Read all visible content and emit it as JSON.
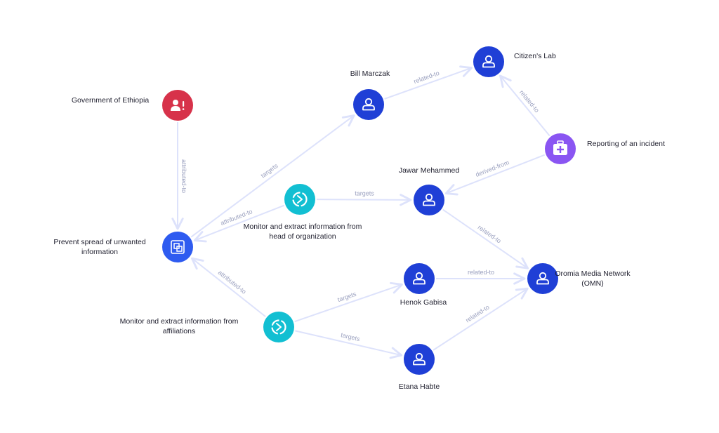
{
  "colors": {
    "person": "#1f3fd6",
    "threat_actor": "#d7324a",
    "attack_pattern": "#2e5bf0",
    "campaign": "#12bfd2",
    "incident": "#8a55f2",
    "edge": "#dde2fb",
    "edge_label": "#9aa0bf"
  },
  "nodes": [
    {
      "id": "gov",
      "label": [
        "Government of Ethiopia"
      ],
      "type": "threat_actor",
      "icon": "threat-actor-icon"
    },
    {
      "id": "prevent",
      "label": [
        "Prevent spread of unwanted",
        "information"
      ],
      "type": "attack_pattern",
      "icon": "attack-pattern-icon"
    },
    {
      "id": "monitor_head",
      "label": [
        "Monitor and extract information from",
        "head of organization"
      ],
      "type": "campaign",
      "icon": "campaign-icon"
    },
    {
      "id": "monitor_aff",
      "label": [
        "Monitor and extract information from",
        "affiliations"
      ],
      "type": "campaign",
      "icon": "campaign-icon"
    },
    {
      "id": "bill",
      "label": [
        "Bill Marczak"
      ],
      "type": "person",
      "icon": "person-icon"
    },
    {
      "id": "citizens",
      "label": [
        "Citizen's Lab"
      ],
      "type": "person",
      "icon": "person-icon"
    },
    {
      "id": "reporting",
      "label": [
        "Reporting of an incident"
      ],
      "type": "incident",
      "icon": "incident-icon"
    },
    {
      "id": "jawar",
      "label": [
        "Jawar Mehammed"
      ],
      "type": "person",
      "icon": "person-icon"
    },
    {
      "id": "oromia",
      "label": [
        "Oromia Media Network",
        "(OMN)"
      ],
      "type": "person",
      "icon": "person-icon"
    },
    {
      "id": "henok",
      "label": [
        "Henok Gabisa"
      ],
      "type": "person",
      "icon": "person-icon"
    },
    {
      "id": "etana",
      "label": [
        "Etana Habte"
      ],
      "type": "person",
      "icon": "person-icon"
    }
  ],
  "edges": [
    {
      "from": "gov",
      "to": "prevent",
      "label": "attributed-to"
    },
    {
      "from": "monitor_head",
      "to": "prevent",
      "label": "attributed-to"
    },
    {
      "from": "monitor_aff",
      "to": "prevent",
      "label": "attributed-to"
    },
    {
      "from": "prevent",
      "to": "bill",
      "label": "targets"
    },
    {
      "from": "monitor_head",
      "to": "jawar",
      "label": "targets"
    },
    {
      "from": "monitor_aff",
      "to": "henok",
      "label": "targets"
    },
    {
      "from": "monitor_aff",
      "to": "etana",
      "label": "targets"
    },
    {
      "from": "bill",
      "to": "citizens",
      "label": "related-to"
    },
    {
      "from": "reporting",
      "to": "citizens",
      "label": "related-to"
    },
    {
      "from": "reporting",
      "to": "jawar",
      "label": "derived-from"
    },
    {
      "from": "jawar",
      "to": "oromia",
      "label": "related-to"
    },
    {
      "from": "henok",
      "to": "oromia",
      "label": "related-to"
    },
    {
      "from": "etana",
      "to": "oromia",
      "label": "related-to"
    }
  ]
}
